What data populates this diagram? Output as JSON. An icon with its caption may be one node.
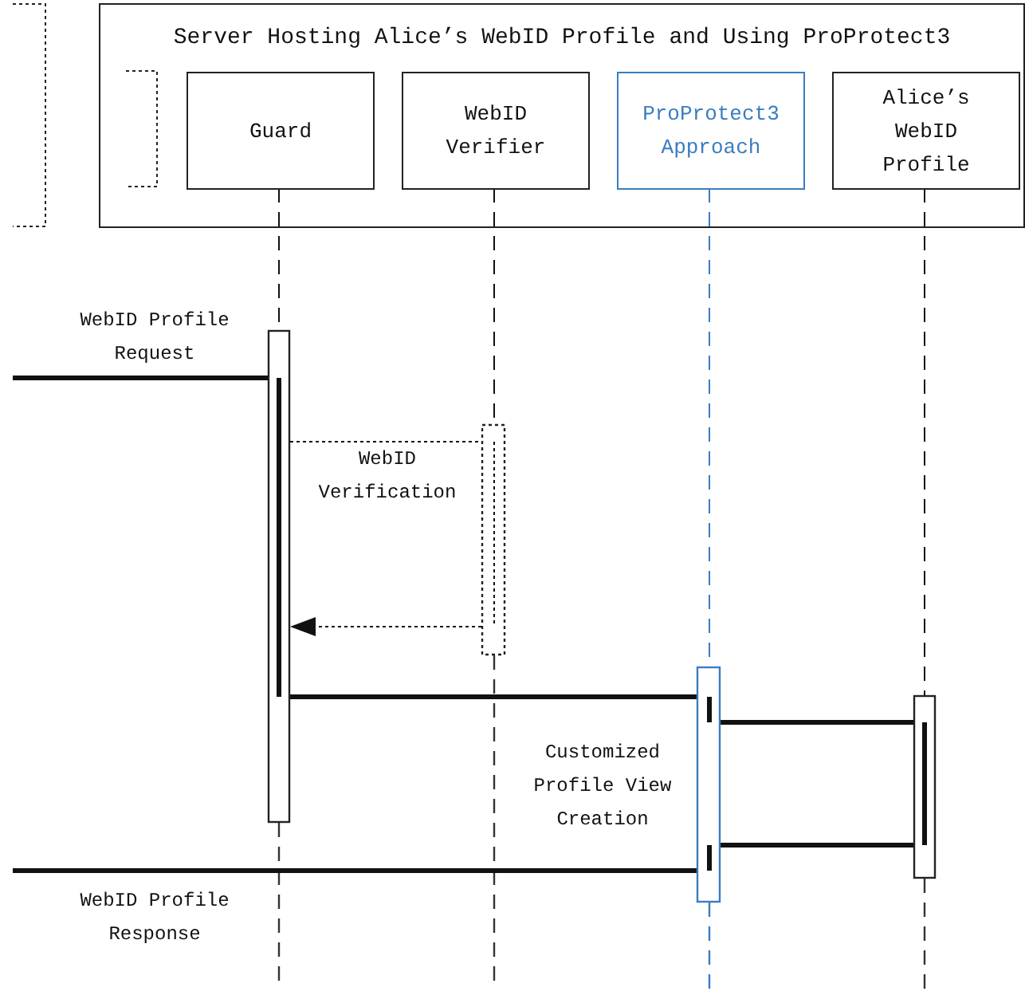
{
  "diagram": {
    "nodes": [
      {
        "text": [
          "Server Hosting Alice’s WebID Profile and Using ProProtect3"
        ]
      },
      {
        "text": [
          "Guard"
        ],
        "in": 0
      },
      {
        "text": [
          "WebID Verifier"
        ],
        "in": 0
      },
      {
        "text": [
          "ProProtect3 Approach"
        ],
        "in": 0
      },
      {
        "text": [
          "Alice’s WebID Profile"
        ],
        "in": 0
      },
      {
        "text": [],
        "shape": "bar"
      },
      {
        "text": [],
        "shape": "bar"
      },
      {
        "text": [],
        "shape": "bar"
      },
      {
        "text": [],
        "shape": "bar"
      }
    ],
    "edges": [
      {
        "from": 1,
        "to": 5,
        "arrow": "none",
        "style": "dashed"
      },
      {
        "from": 2,
        "to": 6,
        "arrow": "none",
        "style": "dashed"
      },
      {
        "from": 3,
        "to": 7,
        "arrow": "none",
        "style": "dashed",
        "color": "#3a7dc0"
      },
      {
        "from": 4,
        "to": 8,
        "arrow": "none",
        "style": "dashed"
      },
      {
        "from": null,
        "to": 5,
        "arrow": "none",
        "label": "WebID Profile Request",
        "style": "thick"
      },
      {
        "from": 5,
        "to": 6,
        "arrow": "none",
        "label": "WebID Verification",
        "style": "dashed"
      },
      {
        "from": 6,
        "to": 5,
        "arrow": "to",
        "style": "dashed"
      },
      {
        "from": 5,
        "to": 7,
        "arrow": "none",
        "label": "Customized Profile View Creation",
        "style": "thick"
      },
      {
        "from": 7,
        "to": 8,
        "arrow": "none",
        "style": "thick"
      },
      {
        "from": 8,
        "to": 7,
        "arrow": "none",
        "style": "thick"
      },
      {
        "from": 7,
        "to": null,
        "arrow": "none",
        "label": "WebID Profile Response",
        "style": "thick"
      }
    ]
  }
}
